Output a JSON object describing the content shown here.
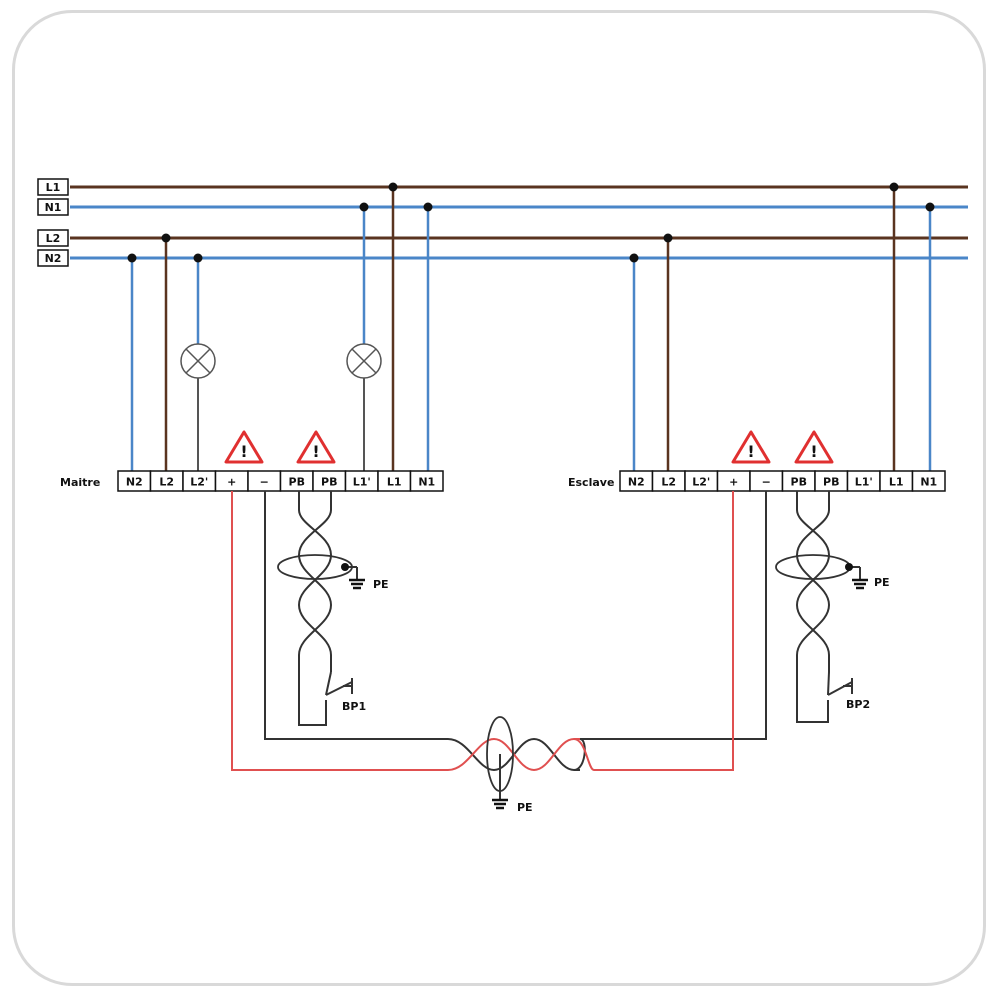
{
  "colors": {
    "phase": "#5a3420",
    "neutral": "#4a86c8",
    "positive": "#e05050",
    "negative": "#333333",
    "warning": "#e03030",
    "border": "#d9d9d9"
  },
  "buses": {
    "l1": "L1",
    "n1": "N1",
    "l2": "L2",
    "n2": "N2"
  },
  "master": {
    "name": "Maitre",
    "terminals": [
      "N2",
      "L2",
      "L2'",
      "+",
      "−",
      "PB",
      "PB",
      "L1'",
      "L1",
      "N1"
    ],
    "pe_label": "PE",
    "button_label": "BP1"
  },
  "slave": {
    "name": "Esclave",
    "terminals": [
      "N2",
      "L2",
      "L2'",
      "+",
      "−",
      "PB",
      "PB",
      "L1'",
      "L1",
      "N1"
    ],
    "pe_label": "PE",
    "button_label": "BP2"
  },
  "bus_cable": {
    "pe_label": "PE"
  },
  "icons": {
    "warning": "warning-triangle-icon",
    "lamp": "lamp-icon",
    "ground": "ground-icon",
    "pushbutton": "pushbutton-icon"
  },
  "warning_glyph": "!"
}
